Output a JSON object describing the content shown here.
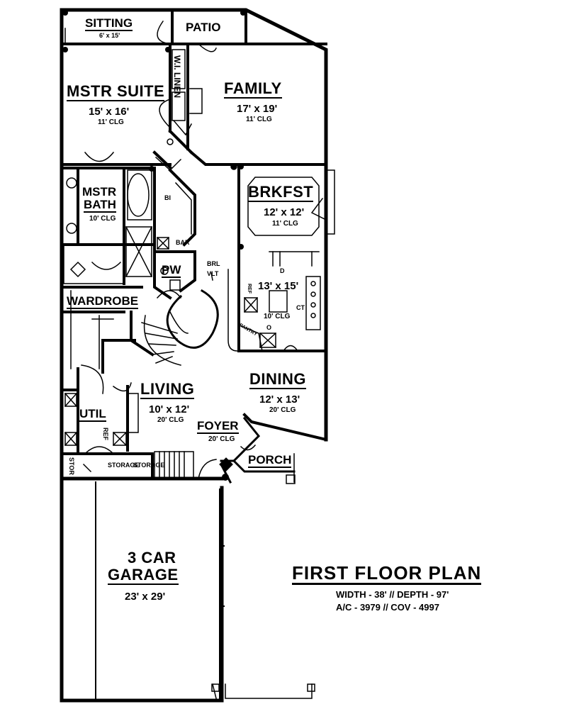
{
  "title": "FIRST FLOOR PLAN",
  "specs": {
    "line1": "WIDTH - 38' // DEPTH - 97'",
    "line2": "A/C - 3979 // COV - 4997"
  },
  "rooms": {
    "sitting": {
      "name": "SITTING",
      "dims": "6' x 15'"
    },
    "patio": {
      "name": "PATIO"
    },
    "mstr_suite": {
      "name": "MSTR SUITE",
      "dims": "15' x 16'",
      "clg": "11' CLG"
    },
    "wi_linen": {
      "name": "W.I. LINEN"
    },
    "family": {
      "name": "FAMILY",
      "dims": "17' x 19'",
      "clg": "11' CLG"
    },
    "mstr_bath": {
      "name_1": "MSTR",
      "name_2": "BATH",
      "clg": "10' CLG"
    },
    "bi": {
      "name": "BI"
    },
    "bar": {
      "name": "BAR"
    },
    "brkfst": {
      "name": "BRKFST",
      "dims": "12' x 12'",
      "clg": "11' CLG"
    },
    "pw": {
      "name": "PW"
    },
    "brl_vlt": {
      "name_1": "BRL",
      "name_2": "VLT"
    },
    "kitchen": {
      "dims": "13' x 15'",
      "clg": "10' CLG",
      "d": "D",
      "o": "O",
      "ct": "CT",
      "ref": "REF",
      "pantry": "PANTRY"
    },
    "wardrobe": {
      "name": "WARDROBE"
    },
    "living": {
      "name": "LIVING",
      "dims": "10' x 12'",
      "clg": "20' CLG"
    },
    "dining": {
      "name": "DINING",
      "dims": "12' x 13'",
      "clg": "20' CLG"
    },
    "util": {
      "name": "UTIL"
    },
    "ref2": {
      "name": "REF"
    },
    "foyer": {
      "name": "FOYER",
      "clg": "20' CLG"
    },
    "storage": {
      "name": "STORAGE"
    },
    "stor": {
      "name": "STOR"
    },
    "porch": {
      "name": "PORCH"
    },
    "garage": {
      "name_1": "3 CAR",
      "name_2": "GARAGE",
      "dims": "23' x 29'"
    }
  },
  "colors": {
    "ink": "#000000",
    "paper": "#ffffff"
  }
}
